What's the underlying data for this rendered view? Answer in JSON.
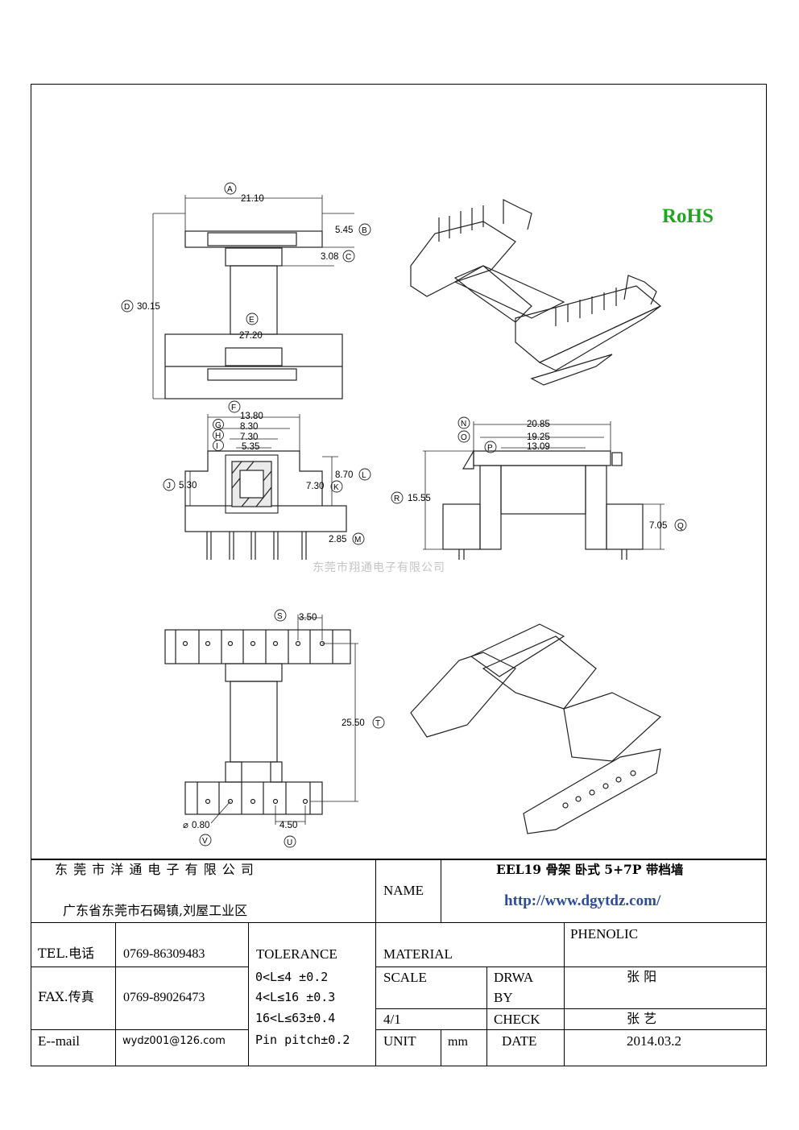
{
  "logo": {
    "rohs": "RoHS"
  },
  "watermark": "东莞市翔通电子有限公司",
  "dimensions": {
    "A": "21.10",
    "B": "5.45",
    "C": "3.08",
    "D": "30.15",
    "E": "27.20",
    "F": "13.80",
    "G": "8.30",
    "H": "7.30",
    "I": "5.35",
    "J": "5.30",
    "K": "7.30",
    "L": "8.70",
    "M": "2.85",
    "N": "20.85",
    "O": "19.25",
    "P": "13.09",
    "Q": "7.05",
    "R": "15.55",
    "S": "3.50",
    "T": "25.50",
    "U": "4.50",
    "V": "0.80",
    "V_prefix": "⌀"
  },
  "title_block": {
    "company": "东 莞 市 洋 通 电 子 有 限 公 司",
    "address": "广东省东莞市石碣镇,刘屋工业区",
    "name_label": "NAME",
    "product_name": "EEL19 骨架  卧式 5+7P  带档墙",
    "website": "http://www.dgytdz.com/",
    "tel_label": "TEL.电话",
    "tel": "0769-86309483",
    "tolerance_label": "TOLERANCE",
    "material_label": "MATERIAL",
    "material": "PHENOLIC",
    "fax_label": "FAX.传真",
    "fax": "0769-89026473",
    "tolerances": [
      "0<L≤4   ±0.2",
      "4<L≤16  ±0.3",
      "16<L≤63±0.4",
      "Pin pitch±0.2"
    ],
    "scale_label": "SCALE",
    "scale": "4/1",
    "drawn_label_1": "DRWA",
    "drawn_label_2": "BY",
    "drawn_by": "张 阳",
    "check_label": "CHECK",
    "checked_by": "张 艺",
    "email_label": "E--mail",
    "email": "wydz001@126.com",
    "unit_label": "UNIT",
    "unit": "mm",
    "date_label": "DATE",
    "date": "2014.03.2"
  }
}
